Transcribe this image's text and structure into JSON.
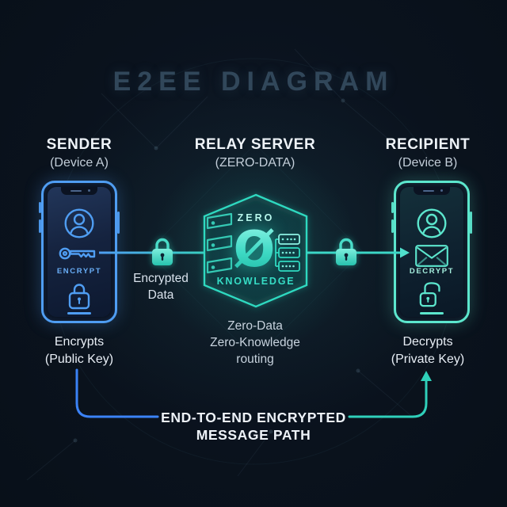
{
  "title": "E2EE DIAGRAM",
  "columns": {
    "sender": {
      "heading": "SENDER",
      "subheading": "(Device A)"
    },
    "relay": {
      "heading": "RELAY SERVER",
      "subheading": "(ZERO-DATA)"
    },
    "recipient": {
      "heading": "RECIPIENT",
      "subheading": "(Device B)"
    }
  },
  "sender_phone": {
    "screen_label": "ENCRYPT"
  },
  "recipient_phone": {
    "screen_label": "DECRYPT"
  },
  "relay_node": {
    "top_label": "ZERO",
    "glyph": "Ø",
    "bottom_label": "KNOWLEDGE"
  },
  "captions": {
    "encrypted_data": [
      "Encrypted",
      "Data"
    ],
    "relay_routing": [
      "Zero-Data",
      "Zero-Knowledge",
      "routing"
    ],
    "sender_role": [
      "Encrypts",
      "(Public Key)"
    ],
    "recipient_role": [
      "Decrypts",
      "(Private Key)"
    ]
  },
  "footer": {
    "path_label": [
      "END-TO-END ENCRYPTED",
      "MESSAGE PATH"
    ]
  },
  "icons": {
    "avatar": "user-avatar-icon",
    "key": "key-icon",
    "locked_padlock": "locked-padlock-icon",
    "unlocked_padlock": "unlocked-padlock-icon",
    "envelope": "envelope-icon",
    "server_hexagon": "hexagon-server-icon",
    "server_stack": "server-stack-icon",
    "server_rack": "server-rack-icon",
    "arrow_right": "→",
    "arrow_up": "↑"
  },
  "colors": {
    "background": "#0a111c",
    "title": "#31475a",
    "sender_accent": "#4f9df2",
    "recipient_accent": "#5ce6cd",
    "relay_accent": "#2fd9c0",
    "relay_bright": "#8ff2e4",
    "connector_blue": "#46a8e8",
    "connector_teal": "#3cd6c6",
    "path_left_blue": "#3b82f6",
    "path_right_teal": "#2fd0ba",
    "text_primary": "#eef3f8",
    "text_secondary": "#c3ced9"
  }
}
